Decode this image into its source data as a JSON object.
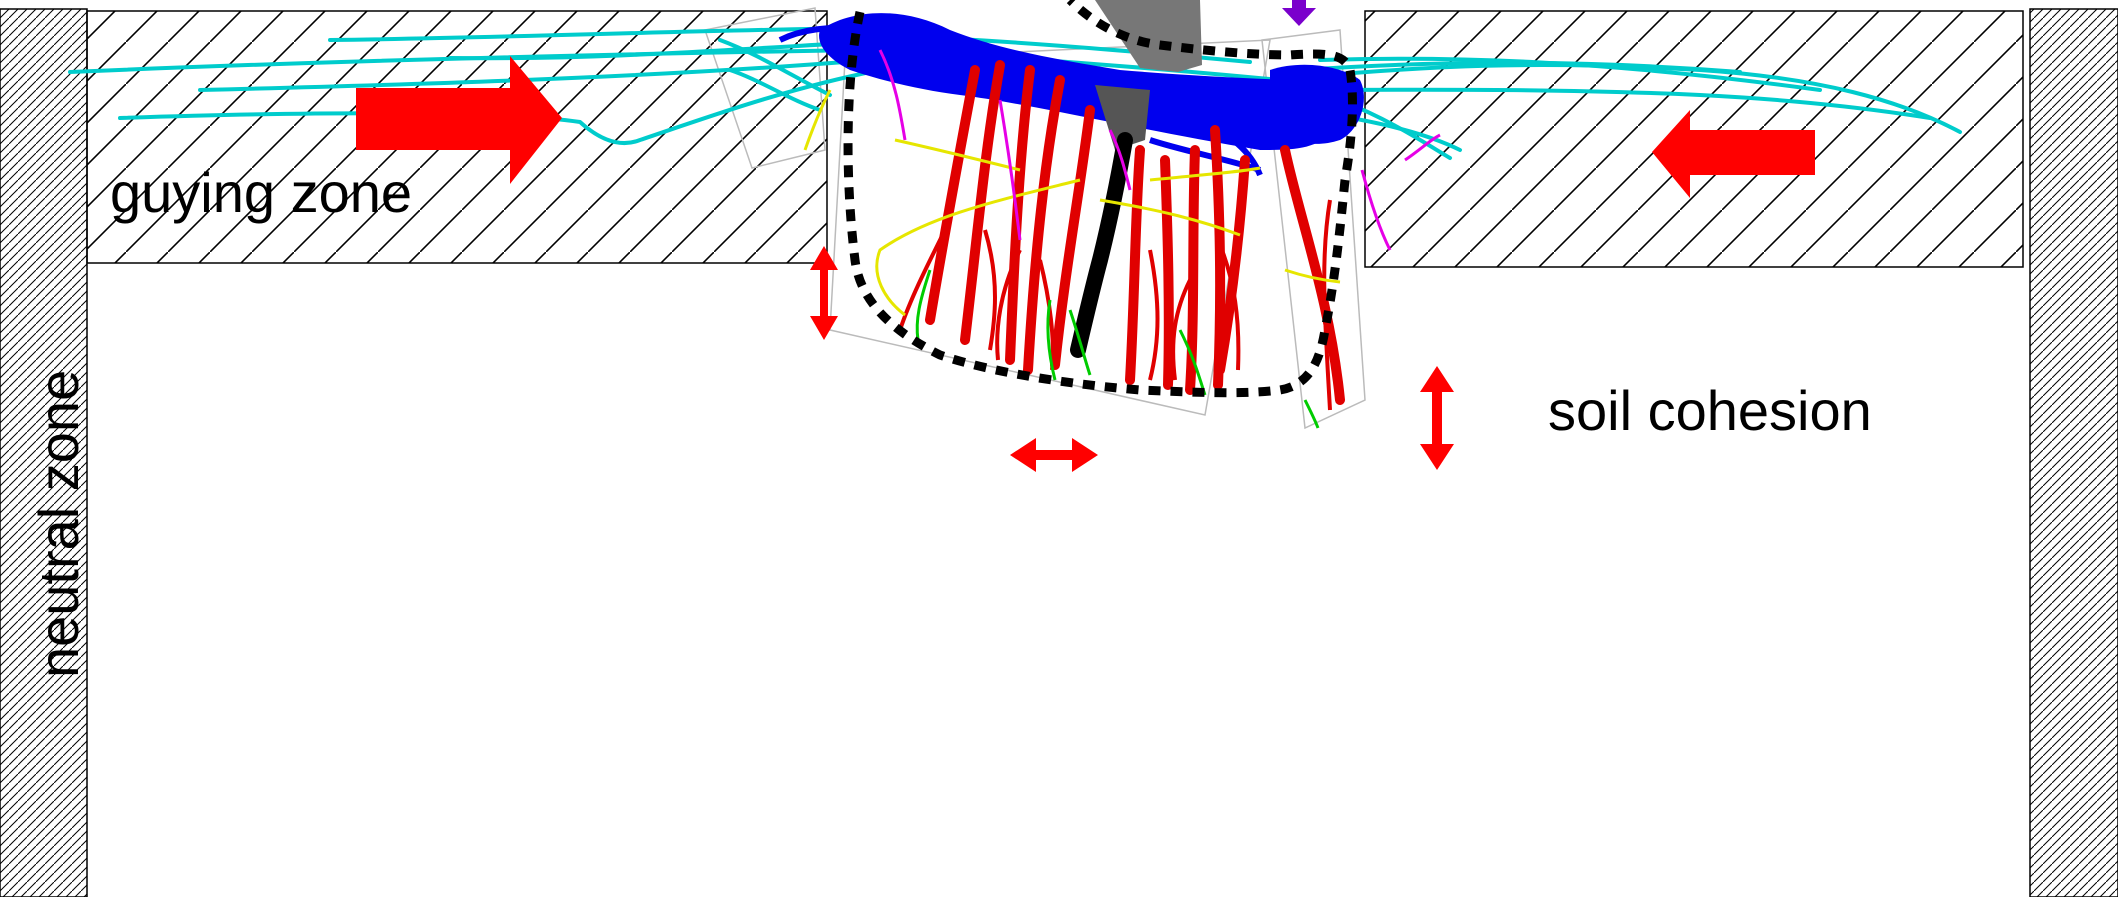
{
  "labels": {
    "guying_zone": "guying zone",
    "soil_cohesion": "soil cohesion",
    "neutral_zone": "neutral zone"
  },
  "colors": {
    "background": "#ffffff",
    "hatch": "#000000",
    "arrow": "#ff0000",
    "root_anchor": "#e00000",
    "root_lateral_deep": "#0000ee",
    "root_lateral_surface": "#00cccc",
    "root_fine_yellow": "#e6e600",
    "root_fine_magenta": "#e600e6",
    "root_fine_green": "#00cc00",
    "stem": "#808080",
    "taproot": "#000000",
    "load_arrow": "#7a00cc",
    "rootplate_outline": "#000000"
  },
  "icons": {
    "push_arrow": "block-arrow",
    "shear_arrow": "double-headed-arrow",
    "load_arrow": "down-arrow"
  }
}
